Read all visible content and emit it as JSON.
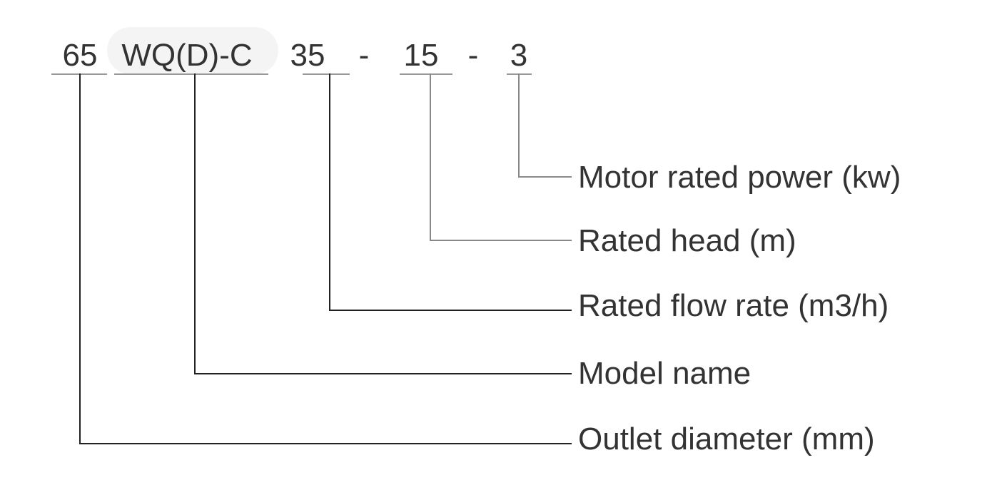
{
  "model_code": {
    "segments": [
      "65",
      "WQ(D)-C",
      "35",
      "15",
      "3"
    ],
    "separators": [
      "-",
      "-"
    ]
  },
  "labels": [
    "Motor rated power (kw)",
    "Rated head (m)",
    "Rated flow rate (m3/h)",
    "Model name",
    "Outlet diameter (mm)"
  ],
  "colors": {
    "text": "#333333",
    "line_dark": "#222222",
    "line_light": "#999999",
    "segment_highlight": "#f4f4f4"
  }
}
